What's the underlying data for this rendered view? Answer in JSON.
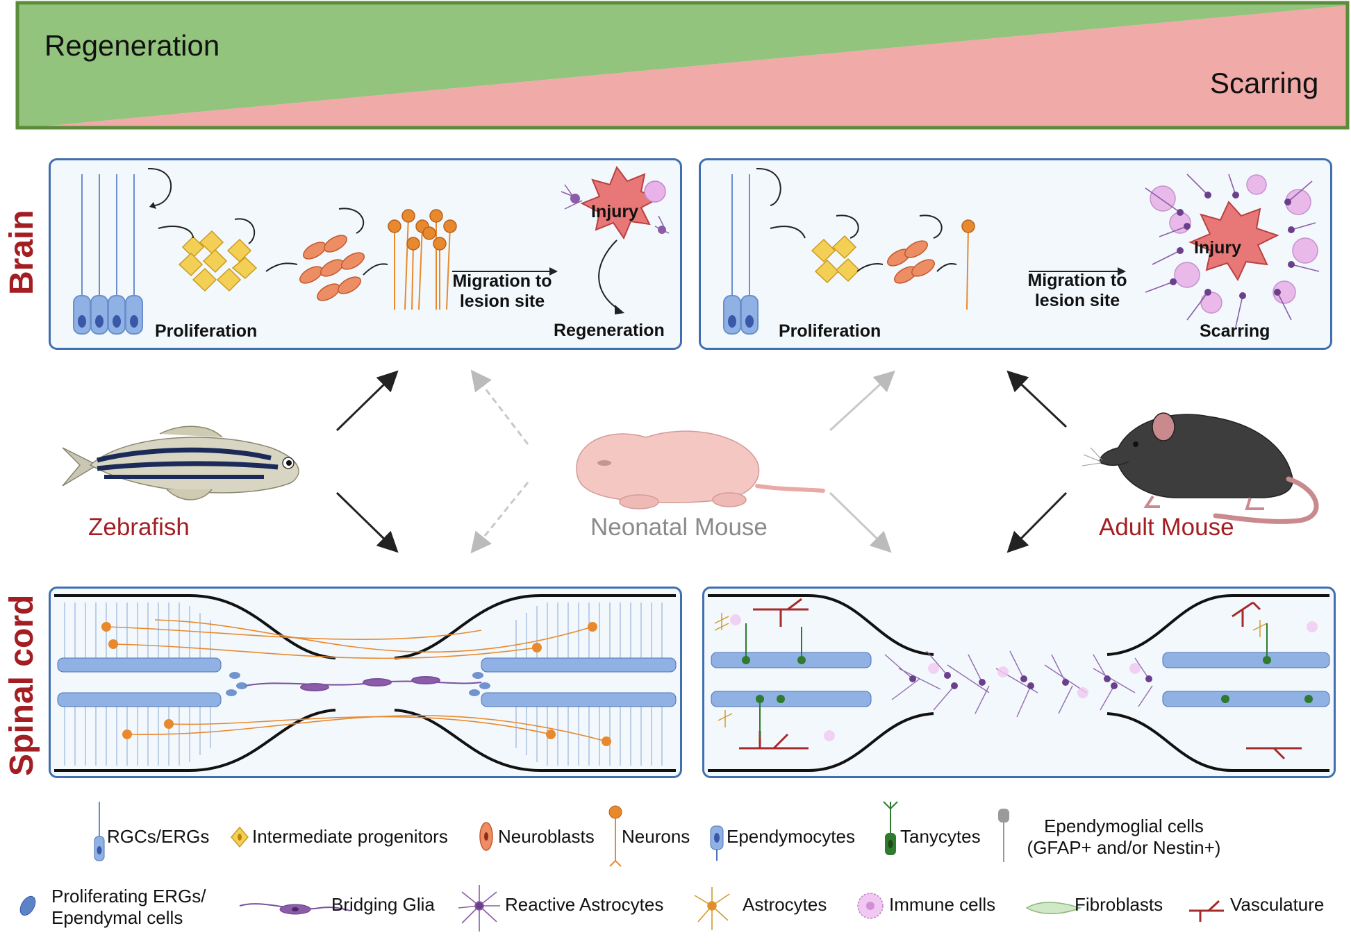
{
  "banner": {
    "left_label": "Regeneration",
    "right_label": "Scarring",
    "colors": {
      "regeneration": "#93c47d",
      "scarring": "#f0aaa8",
      "border": "#5a8c3a"
    }
  },
  "sections": {
    "brain": "Brain",
    "spinal_cord": "Spinal cord"
  },
  "brain_left": {
    "proliferation": "Proliferation",
    "migration_line1": "Migration to",
    "migration_line2": "lesion site",
    "injury": "Injury",
    "outcome": "Regeneration"
  },
  "brain_right": {
    "proliferation": "Proliferation",
    "migration_line1": "Migration to",
    "migration_line2": "lesion site",
    "injury": "Injury",
    "outcome": "Scarring"
  },
  "animals": {
    "zebrafish": "Zebrafish",
    "neonatal": "Neonatal Mouse",
    "adult": "Adult Mouse"
  },
  "legend": {
    "row1": [
      {
        "icon": "rgc-icon",
        "label": "RGCs/ERGs"
      },
      {
        "icon": "intermediate-progenitor-icon",
        "label": "Intermediate progenitors"
      },
      {
        "icon": "neuroblast-icon",
        "label": "Neuroblasts"
      },
      {
        "icon": "neuron-icon",
        "label": "Neurons"
      },
      {
        "icon": "ependymocyte-icon",
        "label": "Ependymocytes"
      },
      {
        "icon": "tanycyte-icon",
        "label": "Tanycytes"
      },
      {
        "icon": "ependymoglial-icon",
        "label_line1": "Ependymoglial cells",
        "label_line2": "(GFAP+ and/or Nestin+)"
      }
    ],
    "row2": [
      {
        "icon": "proliferating-erg-icon",
        "label_line1": "Proliferating ERGs/",
        "label_line2": "Ependymal cells"
      },
      {
        "icon": "bridging-glia-icon",
        "label": "Bridging Glia"
      },
      {
        "icon": "reactive-astrocyte-icon",
        "label": "Reactive Astrocytes"
      },
      {
        "icon": "astrocyte-icon",
        "label": "Astrocytes"
      },
      {
        "icon": "immune-cell-icon",
        "label": "Immune cells"
      },
      {
        "icon": "fibroblast-icon",
        "label": "Fibroblasts"
      },
      {
        "icon": "vasculature-icon",
        "label": "Vasculature"
      }
    ]
  },
  "palette": {
    "accent_red": "#a31e22",
    "neonatal_gray": "#8a8a8a",
    "panel_border": "#3f6fb0",
    "rgc_blue": "#8fb1e3",
    "progenitor_yellow": "#f4cf55",
    "neuroblast_orange": "#ec8d63",
    "neuron_orange": "#e8892d",
    "astro_purple": "#8b5ca8",
    "immune_pink": "#e7b3e8",
    "vascular_red": "#a52a2a"
  }
}
